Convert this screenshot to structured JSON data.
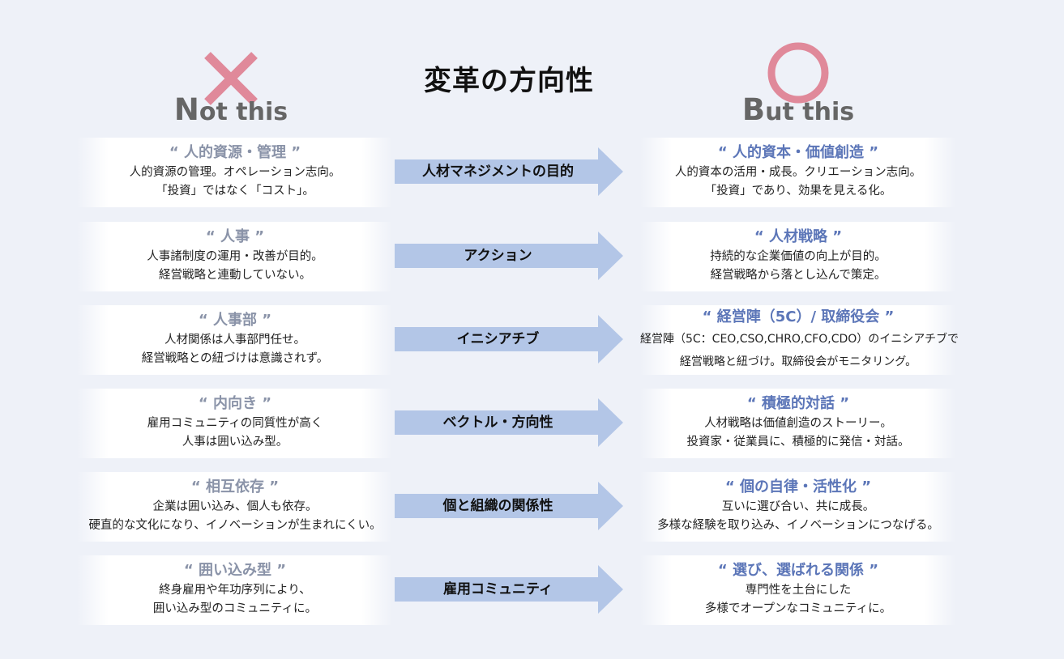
{
  "title": "変革の方向性",
  "left_heading": {
    "first": "N",
    "rest": "ot this"
  },
  "right_heading": {
    "first": "B",
    "rest": "ut this"
  },
  "colors": {
    "mark": "#e0899a",
    "arrow": "#b3c6e7",
    "right_title": "#5c76b8",
    "left_title": "#8a93a8"
  },
  "rows": [
    {
      "arrow": "人材マネジメントの目的",
      "left": {
        "title": "“ 人的資源・管理 ”",
        "lines": [
          "人的資源の管理。オペレーション志向。",
          "「投資」ではなく「コスト」。"
        ]
      },
      "right": {
        "title": "“ 人的資本・価値創造 ”",
        "lines": [
          "人的資本の活用・成長。クリエーション志向。",
          "「投資」であり、効果を見える化。"
        ]
      }
    },
    {
      "arrow": "アクション",
      "left": {
        "title": "“ 人事 ”",
        "lines": [
          "人事諸制度の運用・改善が目的。",
          "経営戦略と連動していない。"
        ]
      },
      "right": {
        "title": "“ 人材戦略 ”",
        "lines": [
          "持続的な企業価値の向上が目的。",
          "経営戦略から落とし込んで策定。"
        ]
      }
    },
    {
      "arrow": "イニシアチブ",
      "left": {
        "title": "“ 人事部 ”",
        "lines": [
          "人材関係は人事部門任せ。",
          "経営戦略との紐づけは意識されず。"
        ]
      },
      "right": {
        "title": "“ 経営陣（5C）/ 取締役会 ”",
        "lines": [
          "経営陣（5C：CEO,CSO,CHRO,CFO,CDO）のイニシアチブで",
          "経営戦略と紐づけ。取締役会がモニタリング。"
        ]
      }
    },
    {
      "arrow": "ベクトル・方向性",
      "left": {
        "title": "“ 内向き ”",
        "lines": [
          "雇用コミュニティの同質性が高く",
          "人事は囲い込み型。"
        ]
      },
      "right": {
        "title": "“ 積極的対話 ”",
        "lines": [
          "人材戦略は価値創造のストーリー。",
          "投資家・従業員に、積極的に発信・対話。"
        ]
      }
    },
    {
      "arrow": "個と組織の関係性",
      "left": {
        "title": "“ 相互依存 ”",
        "lines": [
          "企業は囲い込み、個人も依存。",
          "硬直的な文化になり、イノベーションが生まれにくい。"
        ]
      },
      "right": {
        "title": "“ 個の自律・活性化 ”",
        "lines": [
          "互いに選び合い、共に成長。",
          "多様な経験を取り込み、イノベーションにつなげる。"
        ]
      }
    },
    {
      "arrow": "雇用コミュニティ",
      "left": {
        "title": "“ 囲い込み型 ”",
        "lines": [
          "終身雇用や年功序列により、",
          "囲い込み型のコミュニティに。"
        ]
      },
      "right": {
        "title": "“ 選び、選ばれる関係 ”",
        "lines": [
          "専門性を土台にした",
          "多様でオープンなコミュニティに。"
        ]
      }
    }
  ]
}
